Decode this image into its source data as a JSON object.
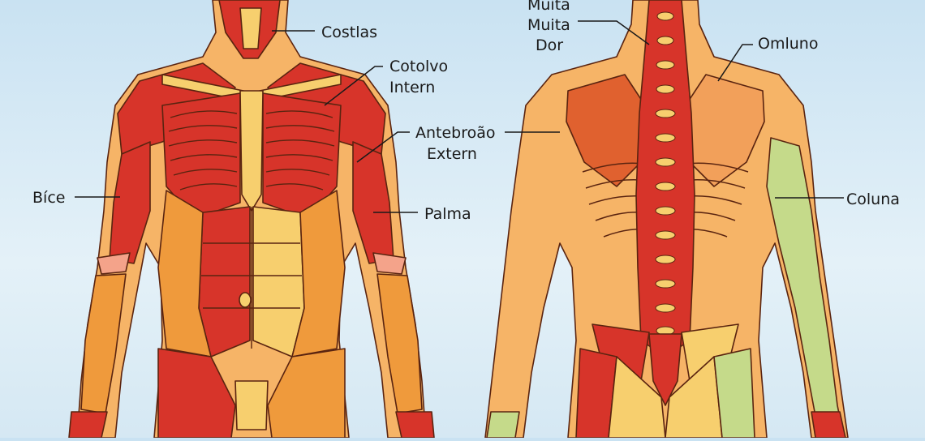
{
  "colors": {
    "muscle_red": "#d7342a",
    "muscle_orange": "#ef9a3c",
    "muscle_yellow": "#f7cf6e",
    "skin": "#f6b467",
    "pain_green": "#c5da8a",
    "outline": "#5a2410"
  },
  "labels": {
    "costlas": "Costlas",
    "cotolvo_1": "Cotolvo",
    "cotolvo_2": "Intern",
    "antebroao_1": "Antebroão",
    "antebroao_2": "Extern",
    "bice": "Bíce",
    "palma": "Palma",
    "muita_1": "Muita",
    "muita_2": "Muita",
    "muita_3": "Dor",
    "omluno": "Omluno",
    "coluna": "Coluna"
  }
}
